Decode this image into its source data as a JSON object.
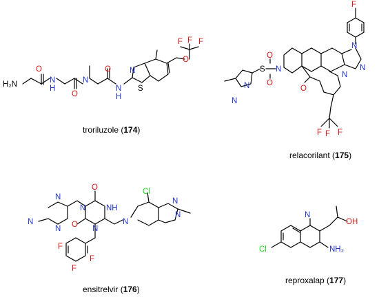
{
  "colors": {
    "N": "#1f33c8",
    "O": "#e01a1a",
    "F": "#e01a1a",
    "Cl": "#22dd22",
    "S": "#000000",
    "bond": "#000000"
  },
  "captions": {
    "c174": {
      "name": "troriluzole",
      "number": "174"
    },
    "c175": {
      "name": "relacorilant",
      "number": "175"
    },
    "c176": {
      "name": "ensitrelvir",
      "number": "176"
    },
    "c177": {
      "name": "reproxalap",
      "number": "177"
    }
  },
  "atoms": {
    "H2N": "H₂N",
    "N": "N",
    "H": "H",
    "O": "O",
    "S": "S",
    "F": "F",
    "Cl": "Cl",
    "OH": "OH",
    "NH": "NH",
    "NH2": "NH₂"
  }
}
